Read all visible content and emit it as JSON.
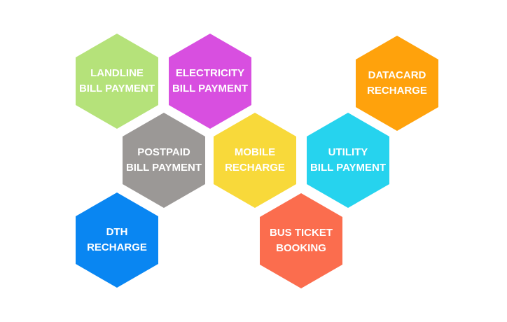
{
  "services": [
    {
      "id": "landline",
      "lines": [
        "LANDLINE",
        "BILL PAYMENT"
      ],
      "color": "#b5e27a"
    },
    {
      "id": "electricity",
      "lines": [
        "ELECTRICITY",
        "BILL PAYMENT"
      ],
      "color": "#d84fe0"
    },
    {
      "id": "datacard",
      "lines": [
        "DATACARD",
        "RECHARGE"
      ],
      "color": "#ffa20c"
    },
    {
      "id": "postpaid",
      "lines": [
        "POSTPAID",
        "BILL PAYMENT"
      ],
      "color": "#9b9896"
    },
    {
      "id": "mobile",
      "lines": [
        "MOBILE",
        "RECHARGE"
      ],
      "color": "#f8d93a"
    },
    {
      "id": "utility",
      "lines": [
        "UTILITY",
        "BILL PAYMENT"
      ],
      "color": "#26d3ee"
    },
    {
      "id": "dth",
      "lines": [
        "DTH",
        "RECHARGE"
      ],
      "color": "#0986f2"
    },
    {
      "id": "bus-ticket",
      "lines": [
        "BUS TICKET",
        "BOOKING"
      ],
      "color": "#fb6d4e"
    }
  ]
}
